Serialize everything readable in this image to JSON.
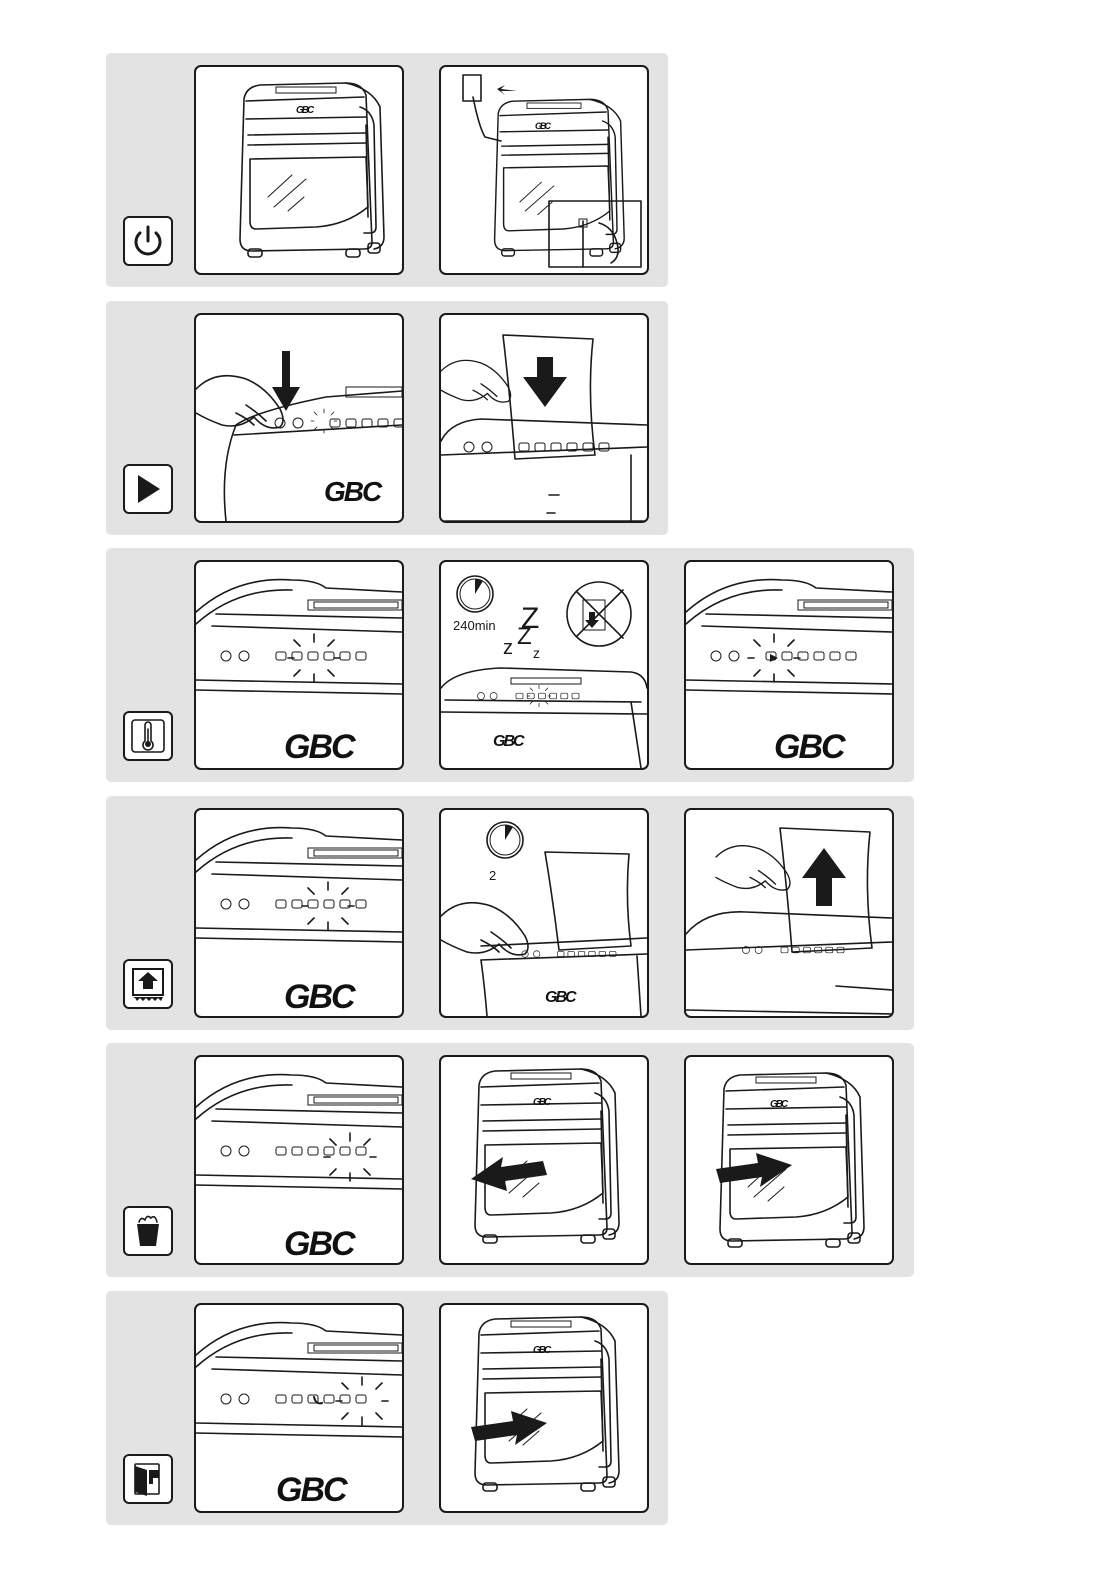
{
  "brand": "GBC",
  "steps": [
    {
      "id": "power",
      "symbol": "power-icon",
      "panels": [
        "shredder-front",
        "plug-in"
      ]
    },
    {
      "id": "auto-start",
      "symbol": "play-icon",
      "panels": [
        "press-auto",
        "insert-paper"
      ]
    },
    {
      "id": "overheat",
      "symbol": "thermometer-icon",
      "panels": [
        "overheat-light",
        "cool-down",
        "resume-light"
      ],
      "cool_down_time": "240min"
    },
    {
      "id": "paper-jam",
      "symbol": "paper-jam-icon",
      "panels": [
        "jam-light",
        "reverse",
        "remove-paper"
      ],
      "reverse_seconds": "2"
    },
    {
      "id": "bin-full",
      "symbol": "bin-icon",
      "panels": [
        "bin-light",
        "pull-bin",
        "push-bin"
      ]
    },
    {
      "id": "door-open",
      "symbol": "door-icon",
      "panels": [
        "door-light",
        "close-bin"
      ]
    }
  ]
}
